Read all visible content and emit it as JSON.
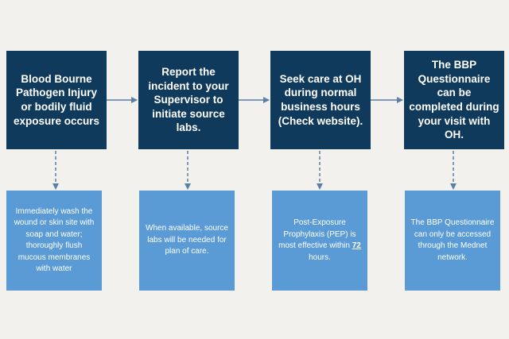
{
  "steps": [
    {
      "text": "Blood Bourne Pathogen Injury or bodily fluid exposure occurs"
    },
    {
      "text": "Report the incident to your Supervisor to initiate source labs."
    },
    {
      "text": "Seek care at OH during normal business hours (Check website)."
    },
    {
      "text": "The BBP Questionnaire can be completed during your visit with OH."
    }
  ],
  "notes": [
    {
      "text": "Immediately wash the wound or skin site with soap and water; thoroughly flush mucous membranes with water"
    },
    {
      "text": "When available, source labs will be needed for plan of care."
    },
    {
      "before": "Post-Exposure Prophylaxis (PEP) is most effective within ",
      "emphasis": "72 ",
      "after": "hours."
    },
    {
      "text": "The BBP Questionnaire can only be accessed through the Mednet network."
    }
  ],
  "colors": {
    "background": "#f2f1ed",
    "step_box": "#0f3a5c",
    "note_box": "#5b9bd5",
    "connector": "#5b7fa6"
  }
}
